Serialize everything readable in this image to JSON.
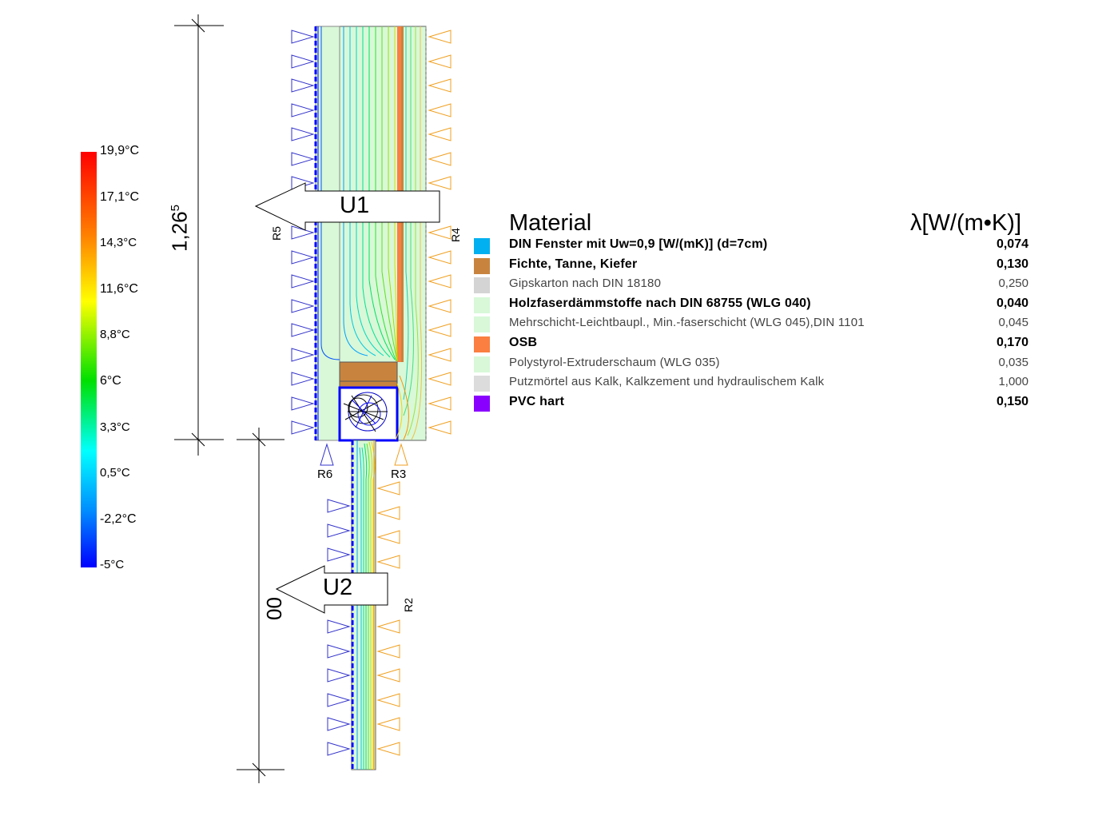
{
  "temperature_scale": {
    "labels": [
      {
        "text": "19,9°C",
        "bold": true
      },
      {
        "text": "17,1°C",
        "bold": true
      },
      {
        "text": "14,3°C",
        "bold": false
      },
      {
        "text": "11,6°C",
        "bold": true
      },
      {
        "text": "8,8°C",
        "bold": false
      },
      {
        "text": "6°C",
        "bold": true
      },
      {
        "text": "3,3°C",
        "bold": false
      },
      {
        "text": "0,5°C",
        "bold": false
      },
      {
        "text": "-2,2°C",
        "bold": true
      },
      {
        "text": "-5°C",
        "bold": false
      }
    ],
    "gradient_colors": [
      "#ff0000",
      "#ff7f00",
      "#ffff00",
      "#00ff00",
      "#00ffff",
      "#0000ff"
    ]
  },
  "dimensions": {
    "upper": {
      "main": "1,26",
      "sup": "5"
    },
    "lower": "00"
  },
  "sections": {
    "u1": "U1",
    "u2": "U2"
  },
  "boundaries": {
    "r2": "R2",
    "r3": "R3",
    "r4": "R4",
    "r5": "R5",
    "r6": "R6"
  },
  "legend": {
    "material_header": "Material",
    "lambda_header": "λ[W/(m•K)]",
    "materials": [
      {
        "name": "DIN Fenster mit Uw=0,9 [W/(mK)] (d=7cm)",
        "value": "0,074",
        "color": "#00b0f0",
        "bold": true
      },
      {
        "name": "Fichte, Tanne, Kiefer",
        "value": "0,130",
        "color": "#c8843e",
        "bold": true
      },
      {
        "name": "Gipskarton nach DIN 18180",
        "value": "0,250",
        "color": "#d4d4d4",
        "bold": false
      },
      {
        "name": "Holzfaserdämmstoffe nach DIN 68755 (WLG 040)",
        "value": "0,040",
        "color": "#d8f8d8",
        "bold": true
      },
      {
        "name": "Mehrschicht-Leichtbaupl., Min.-faserschicht (WLG 045),DIN 1101",
        "value": "0,045",
        "color": "#d8f8d8",
        "bold": false
      },
      {
        "name": "OSB",
        "value": "0,170",
        "color": "#fa7f40",
        "bold": true
      },
      {
        "name": "Polystyrol-Extruderschaum (WLG 035)",
        "value": "0,035",
        "color": "#d8f8d8",
        "bold": false
      },
      {
        "name": "Putzmörtel aus Kalk, Kalkzement und hydraulischem Kalk",
        "value": "1,000",
        "color": "#dcdcdc",
        "bold": false
      },
      {
        "name": "PVC hart",
        "value": "0,150",
        "color": "#8a00ff",
        "bold": true
      }
    ]
  },
  "colors": {
    "cold_side": "#3333cc",
    "warm_side": "#f0a020",
    "insulation": "#d8f8d8",
    "dimension_line": "#000000"
  }
}
